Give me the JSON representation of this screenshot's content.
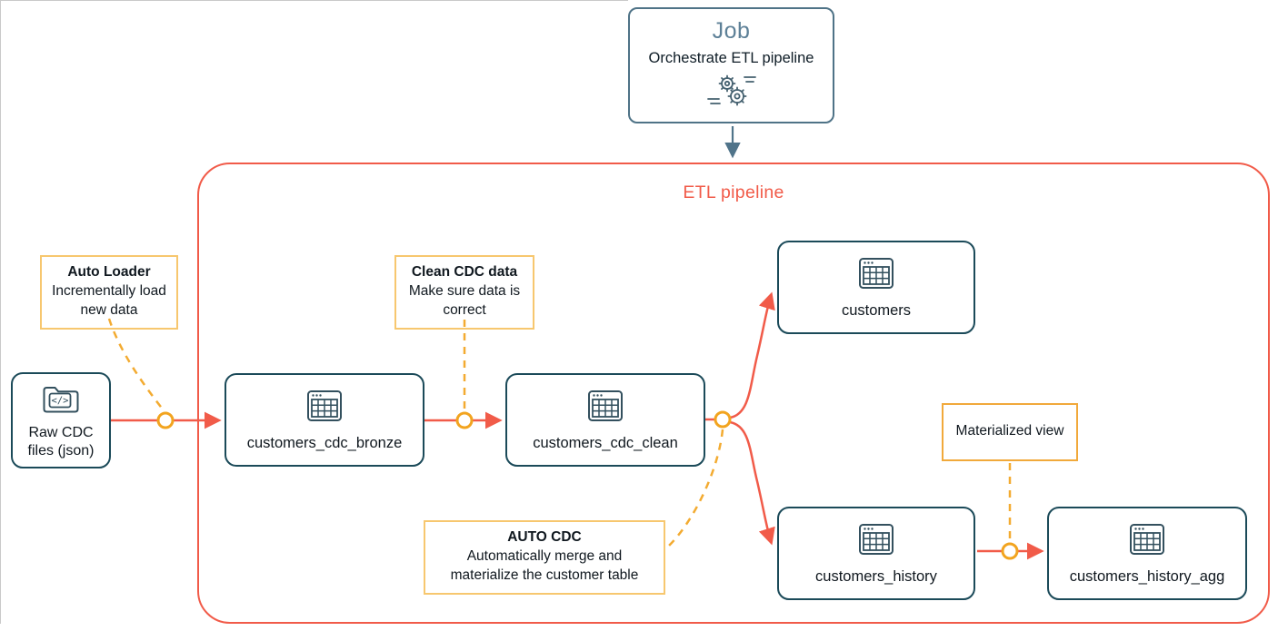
{
  "job": {
    "title": "Job",
    "subtitle": "Orchestrate ETL pipeline",
    "icon": "gears-icon"
  },
  "pipeline": {
    "title": "ETL pipeline"
  },
  "source": {
    "lines": [
      "Raw CDC",
      "files (json)"
    ],
    "icon": "folder-code-icon"
  },
  "tables": [
    {
      "label": "customers_cdc_bronze",
      "icon": "table-icon"
    },
    {
      "label": "customers_cdc_clean",
      "icon": "table-icon"
    },
    {
      "label": "customers",
      "icon": "table-icon"
    },
    {
      "label": "customers_history",
      "icon": "table-icon"
    },
    {
      "label": "customers_history_agg",
      "icon": "table-icon"
    }
  ],
  "annotations": [
    {
      "title": "Auto Loader",
      "body": "Incrementally load new data"
    },
    {
      "title": "Clean CDC data",
      "body": "Make sure data is correct"
    },
    {
      "title": "AUTO CDC",
      "body": "Automatically merge and materialize the customer table"
    },
    {
      "title": "Materialized view",
      "body": ""
    }
  ],
  "colors": {
    "node_border_teal": "#1b4a59",
    "job_border_slate": "#4f7387",
    "job_title_slate": "#5d8097",
    "pipeline_red": "#f15b49",
    "annotation_amber": "#f7c76f",
    "materialized_amber": "#f1a93b",
    "junction_orange": "#f2a41f",
    "dashed_amber": "#f3ab31",
    "text_dark": "#10181f"
  }
}
